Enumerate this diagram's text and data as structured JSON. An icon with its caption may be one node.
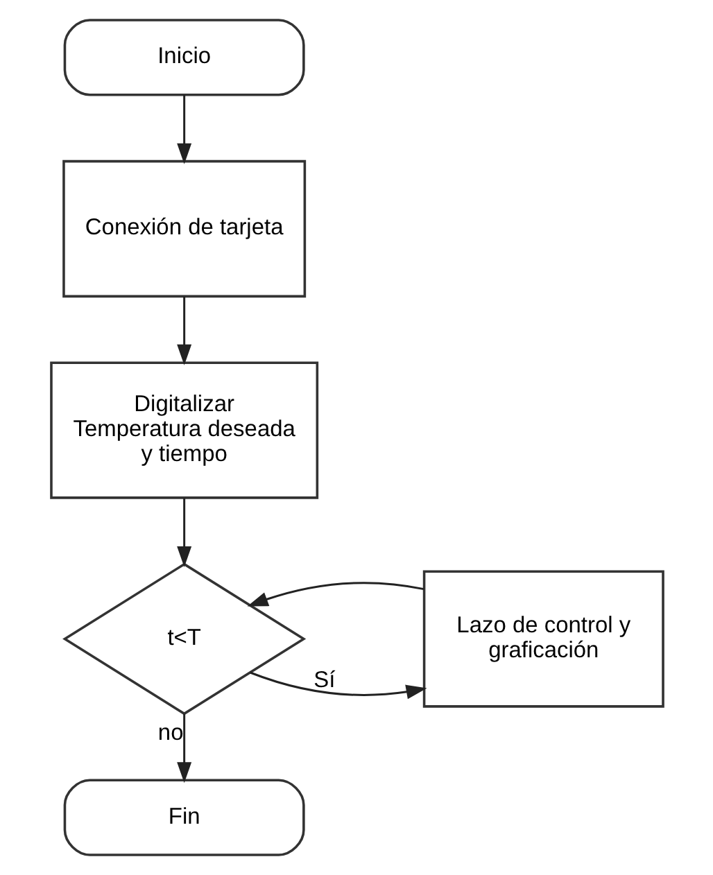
{
  "diagram": {
    "nodes": [
      {
        "text": [
          "Inicio"
        ]
      },
      {
        "text": [
          "Conexión de tarjeta"
        ]
      },
      {
        "text": [
          "Digitalizar Temperatura deseada y tiempo"
        ]
      },
      {
        "text": [
          "t<T"
        ]
      },
      {
        "text": [
          "Lazo de control y graficación"
        ]
      },
      {
        "text": [
          "Fin"
        ]
      }
    ],
    "edges": [
      {
        "from": 0,
        "to": 1,
        "arrow": "to"
      },
      {
        "from": 1,
        "to": 2,
        "arrow": "to"
      },
      {
        "from": 2,
        "to": 3,
        "arrow": "to"
      },
      {
        "from": 3,
        "to": 4,
        "arrow": "to",
        "label": "Sí"
      },
      {
        "from": 4,
        "to": 3,
        "arrow": "to"
      },
      {
        "from": 3,
        "to": 5,
        "arrow": "to",
        "label": "no"
      }
    ]
  }
}
